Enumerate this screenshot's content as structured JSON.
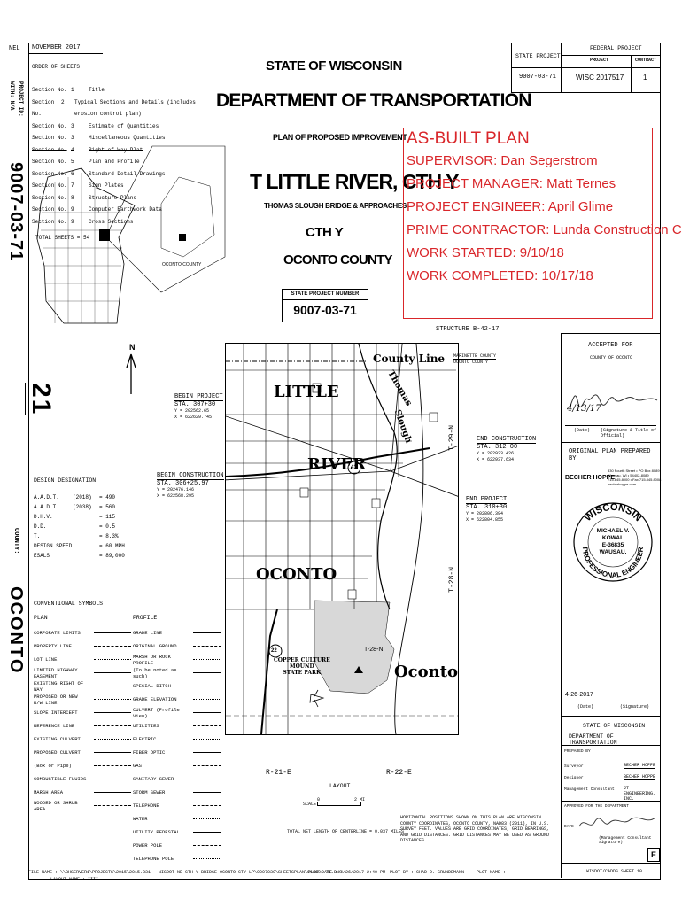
{
  "header": {
    "nel": "NEL",
    "date": "NOVEMBER 2017",
    "state_project_label": "STATE PROJECT",
    "federal_project_label": "FEDERAL PROJECT",
    "project_col": "PROJECT",
    "contract_col": "CONTRACT",
    "state_project_no": "9007-03-71",
    "federal_project_no": "WISC 2017517",
    "contract_no": "1"
  },
  "order_of_sheets": {
    "title": "ORDER OF SHEETS",
    "rows": [
      {
        "sec": "Section No.",
        "no": "1",
        "desc": "Title",
        "struck": false
      },
      {
        "sec": "Section No.",
        "no": "2",
        "desc": "Typical Sections and Details (includes erosion control plan)",
        "struck": false
      },
      {
        "sec": "Section No.",
        "no": "3",
        "desc": "Estimate of Quantities",
        "struck": false
      },
      {
        "sec": "Section No.",
        "no": "3",
        "desc": "Miscellaneous Quantities",
        "struck": false
      },
      {
        "sec": "Section No.",
        "no": "4",
        "desc": "Right of Way Plat",
        "struck": true
      },
      {
        "sec": "Section No.",
        "no": "5",
        "desc": "Plan and Profile",
        "struck": false
      },
      {
        "sec": "Section No.",
        "no": "6",
        "desc": "Standard Detail Drawings",
        "struck": false
      },
      {
        "sec": "Section No.",
        "no": "7",
        "desc": "Sign Plates",
        "struck": false
      },
      {
        "sec": "Section No.",
        "no": "8",
        "desc": "Structure Plans",
        "struck": false
      },
      {
        "sec": "Section No.",
        "no": "9",
        "desc": "Computer Earthwork Data",
        "struck": false
      },
      {
        "sec": "Section No.",
        "no": "9",
        "desc": "Cross Sections",
        "struck": false
      }
    ],
    "total_sheets": "TOTAL SHEETS = 54"
  },
  "side": {
    "project_id_label": "PROJECT ID:",
    "wisdot_label": "WITH: N/A",
    "project_id": "9007-03-71",
    "sheet_num": "21",
    "county_label": "COUNTY:",
    "county": "OCONTO"
  },
  "title_block": {
    "state": "STATE OF WISCONSIN",
    "dept": "DEPARTMENT OF TRANSPORTATION",
    "plan_of": "PLAN OF PROPOSED IMPROVEMENT",
    "project_name": "T LITTLE RIVER, CTH Y",
    "subtitle": "THOMAS SLOUGH BRIDGE & APPROACHES",
    "highway": "CTH Y",
    "county": "OCONTO COUNTY",
    "spn_label": "STATE PROJECT NUMBER",
    "spn": "9007-03-71",
    "oconto_county_small": "OCONTO COUNTY"
  },
  "as_built": {
    "heading": "AS-BUILT PLAN",
    "supervisor": "SUPERVISOR: Dan Segerstrom",
    "pm": "PROJECT MANAGER: Matt Ternes",
    "engineer": "PROJECT ENGINEER: April Glime",
    "contractor": "PRIME CONTRACTOR: Lunda Construction Co.",
    "started": "WORK STARTED: 9/10/18",
    "completed": "WORK COMPLETED: 10/17/18"
  },
  "design": {
    "title": "DESIGN DESIGNATION",
    "rows": [
      {
        "k": "A.A.D.T.",
        "m": "(2018)",
        "v": "= 490"
      },
      {
        "k": "A.A.D.T.",
        "m": "(2038)",
        "v": "= 560"
      },
      {
        "k": "D.H.V.",
        "m": "",
        "v": "= 115"
      },
      {
        "k": "D.D.",
        "m": "",
        "v": "= 0.5"
      },
      {
        "k": "T.",
        "m": "",
        "v": "= 8.3%"
      },
      {
        "k": "DESIGN SPEED",
        "m": "",
        "v": "= 60 MPH"
      },
      {
        "k": "ESALS",
        "m": "",
        "v": "= 89,000"
      }
    ]
  },
  "stations": {
    "begin_project": "BEGIN PROJECT",
    "begin_project_sta": "STA. 307+30",
    "begin_project_y": "Y = 202562.65",
    "begin_project_x": "X = 622629.745",
    "begin_construction": "BEGIN CONSTRUCTION",
    "begin_construction_sta": "STA. 306+25.97",
    "begin_construction_y": "Y = 202476.146",
    "begin_construction_x": "X = 622568.295",
    "end_construction": "END CONSTRUCTION",
    "end_construction_sta": "STA. 312+00",
    "end_construction_y": "Y = 202933.426",
    "end_construction_x": "X = 622937.634",
    "end_project": "END PROJECT",
    "end_project_sta": "STA. 310+30",
    "end_project_y": "Y = 202806.394",
    "end_project_x": "X = 622804.855",
    "structure": "STRUCTURE B-42-17"
  },
  "map": {
    "county_line": "County Line",
    "marinette": "MARINETTE COUNTY",
    "oconto_county": "OCONTO COUNTY",
    "little": "LITTLE",
    "river": "RIVER",
    "oconto": "OCONTO",
    "oconto_city": "Oconto",
    "copper_culture": "COPPER CULTURE",
    "mound": "MOUND",
    "state_park": "STATE PARK",
    "slough": "Slough",
    "thomas": "Thomas",
    "t29n": "T-29-N",
    "t28n": "T-28-N",
    "t28n_b": "T-28-N",
    "r21e": "R-21-E",
    "r22e": "R-22-E",
    "layout": "LAYOUT",
    "scale": "SCALE",
    "scale_0": "0",
    "scale_2": "2 MI",
    "north": "N",
    "road_22": "22",
    "road_41": "41"
  },
  "symbols": {
    "title": "CONVENTIONAL SYMBOLS",
    "plan": "PLAN",
    "profile": "PROFILE",
    "plan_items": [
      "CORPORATE LIMITS",
      "PROPERTY LINE",
      "LOT LINE",
      "LIMITED HIGHWAY EASEMENT",
      "EXISTING RIGHT OF WAY",
      "PROPOSED OR NEW R/W LINE",
      "SLOPE INTERCEPT",
      "REFERENCE LINE",
      "EXISTING CULVERT",
      "PROPOSED CULVERT",
      "(Box or Pipe)",
      "COMBUSTIBLE FLUIDS",
      "MARSH AREA",
      "WOODED OR SHRUB AREA"
    ],
    "profile_items": [
      "GRADE LINE",
      "ORIGINAL GROUND",
      "MARSH OR ROCK PROFILE",
      "(To be noted as such)",
      "SPECIAL DITCH",
      "GRADE ELEVATION",
      "CULVERT (Profile View)",
      "UTILITIES",
      "ELECTRIC",
      "FIBER OPTIC",
      "GAS",
      "SANITARY SEWER",
      "STORM SEWER",
      "TELEPHONE",
      "WATER",
      "UTILITY PEDESTAL",
      "POWER POLE",
      "TELEPHONE POLE"
    ],
    "util_codes": [
      "E",
      "FO",
      "G",
      "SAN",
      "SS",
      "T",
      "W"
    ]
  },
  "right_panel": {
    "accepted_for": "ACCEPTED FOR",
    "county_of": "COUNTY OF OCONTO",
    "date_label": "(Date)",
    "sig_title": "(Signature & Title of Official)",
    "sig_date": "4/13/17",
    "original_plan": "ORIGINAL PLAN PREPARED BY",
    "firm": "BECHER HOPPE",
    "firm_addr": "330 Fourth Street • PO Box 8089\nWausau, WI • 54402-8089\n715.845.8000 • Fax 715.845.8008\nbecherhoppe.com",
    "seal_name1": "MICHAEL V.",
    "seal_name2": "KOWAL",
    "seal_num": "E-36835",
    "seal_city": "WAUSAU,",
    "seal_state": "WISCONSIN",
    "seal_pro": "PROFESSIONAL ENGINEER",
    "seal_date": "4-26-2017",
    "date2": "(Date)",
    "signature": "(Signature)",
    "state_of": "STATE OF WISCONSIN",
    "dept": "DEPARTMENT OF TRANSPORTATION",
    "prepared_by": "PREPARED BY",
    "surveyor": "Surveyor",
    "surveyor_val": "BECHER HOPPE",
    "designer": "Designer",
    "designer_val": "BECHER HOPPE",
    "mgmt": "Management Consultant",
    "mgmt_val": "JT ENGINEERING, INC.",
    "approved": "APPROVED FOR THE DEPARTMENT",
    "date3": "DATE",
    "mgmt_sig": "(Management Consultant Signature)",
    "e_box": "E",
    "wisdot": "WISDOT/CADDS SHEET 10"
  },
  "notes": {
    "total_length": "TOTAL NET LENGTH OF CENTERLINE = 0.037 MILES",
    "horizontal": "HORIZONTAL POSITIONS SHOWN ON THIS PLAN ARE WISCONSIN COUNTY COORDINATES, OCONTO COUNTY, NAD83 (2011), IN U.S. SURVEY FEET. VALUES ARE GRID COORDINATES, GRID BEARINGS, AND GRID DISTANCES. GRID DISTANCES MAY BE USED AS GROUND DISTANCES."
  },
  "footer": {
    "file": "FILE NAME : \\\\BHSERVER1\\PROJECTS\\2015\\2015.331 - WISDOT NE CTH Y BRIDGE OCONTO CTY LP\\9007030\\SHEETSPLAN\\010101-TI.DWG",
    "layout": "LAYOUT NAME : ****",
    "plot_date": "PLOT DATE : 4/26/2017 2:40 PM",
    "plot_by": "PLOT BY : CHAD D. GRUNDEMANN",
    "plot_name": "PLOT NAME :"
  },
  "colors": {
    "asbuilt": "#d9262a",
    "park": "#d8d8d8"
  }
}
